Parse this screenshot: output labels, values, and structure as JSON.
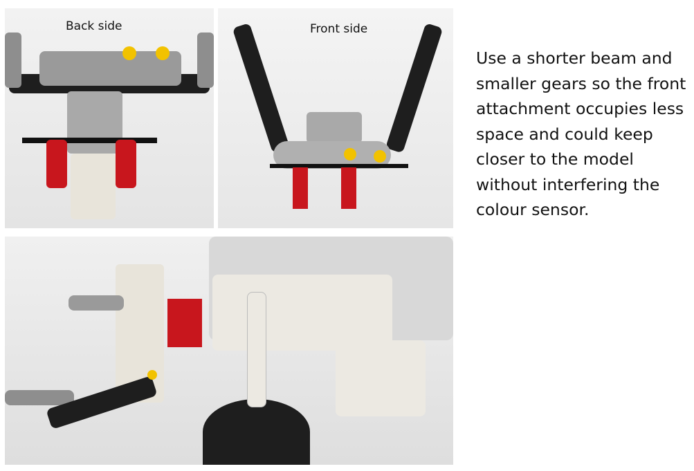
{
  "photos": [
    {
      "caption": "Back side"
    },
    {
      "caption": "Front side"
    },
    {}
  ],
  "description": "Use a shorter beam and smaller gears so the front attachment occupies less space and could keep closer to the model without interfering the colour sensor.",
  "colors": {
    "beam_black": "#1e1e1e",
    "beam_grey": "#9a9a9a",
    "red": "#c8161d",
    "yellow": "#f2c200",
    "white_part": "#e8e4da"
  }
}
